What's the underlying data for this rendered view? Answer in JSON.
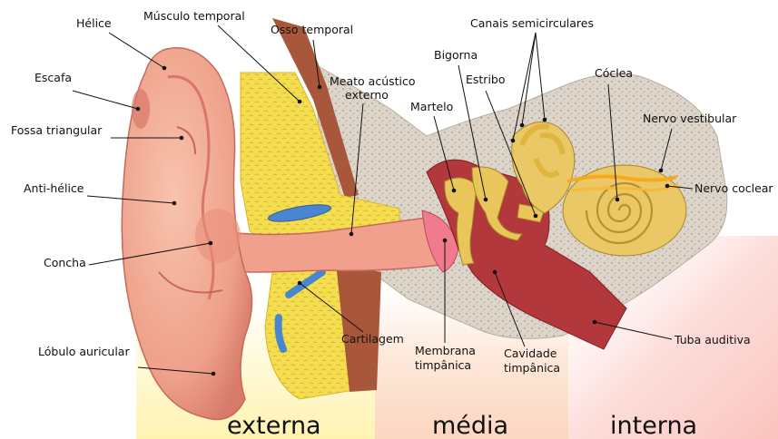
{
  "colors": {
    "outer_zone": "#fff7c8",
    "middle_zone": "#fde3d2",
    "inner_zone": "#fdd4d0",
    "skin": "#f2a98f",
    "skin_dark": "#d9786a",
    "cartilage": "#f3dc45",
    "bone": "#d9d0c4",
    "muscle": "#a0522d",
    "ossicle": "#e7c457",
    "cavity": "#b5393c",
    "nerve": "#f7a81c",
    "blue": "#4a86cf"
  },
  "labels": {
    "helice": "Hélice",
    "musculo_temporal": "Músculo temporal",
    "osso_temporal": "Osso temporal",
    "canais_semicirculares": "Canais semicirculares",
    "escafa": "Escafa",
    "meato_1": "Meato acústico",
    "meato_2": "externo",
    "bigorna": "Bigorna",
    "estribo": "Estribo",
    "coclea": "Cóclea",
    "martelo": "Martelo",
    "fossa_triangular": "Fossa triangular",
    "nervo_vestibular": "Nervo vestibular",
    "anti_helice": "Anti-hélice",
    "nervo_coclear": "Nervo coclear",
    "concha": "Concha",
    "cartilagem": "Cartilagem",
    "membrana_1": "Membrana",
    "membrana_2": "timpânica",
    "cavidade_1": "Cavidade",
    "cavidade_2": "timpânica",
    "tuba_auditiva": "Tuba auditiva",
    "lobulo_auricular": "Lóbulo auricular"
  },
  "regions": {
    "externa": "externa",
    "media": "média",
    "interna": "interna"
  }
}
